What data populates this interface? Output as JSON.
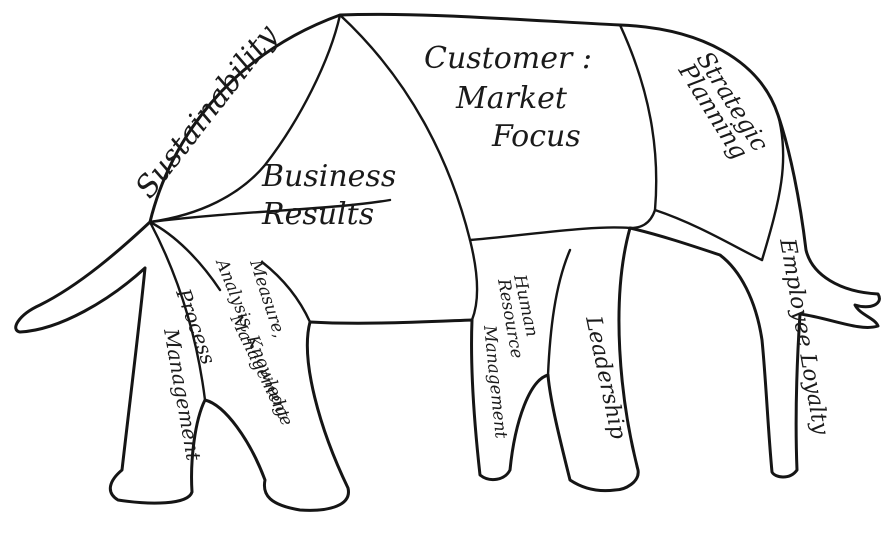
{
  "labels": {
    "sustainability": "Sustainability",
    "business": "Business",
    "results": "Results",
    "customer": "Customer :",
    "market": "Market",
    "focus": "Focus",
    "strategic": "Strategic",
    "planning": "Planning",
    "employee_loyalty": "Employee Loyalty",
    "process": "Process",
    "process_mgmt": "Management",
    "measure": "Measure,",
    "analysis": "Analysis, Knowledge",
    "measure_mgmt": "Management",
    "human": "Human",
    "resource": "Resource",
    "hr_mgmt": "Management",
    "leadership": "Leadership"
  }
}
